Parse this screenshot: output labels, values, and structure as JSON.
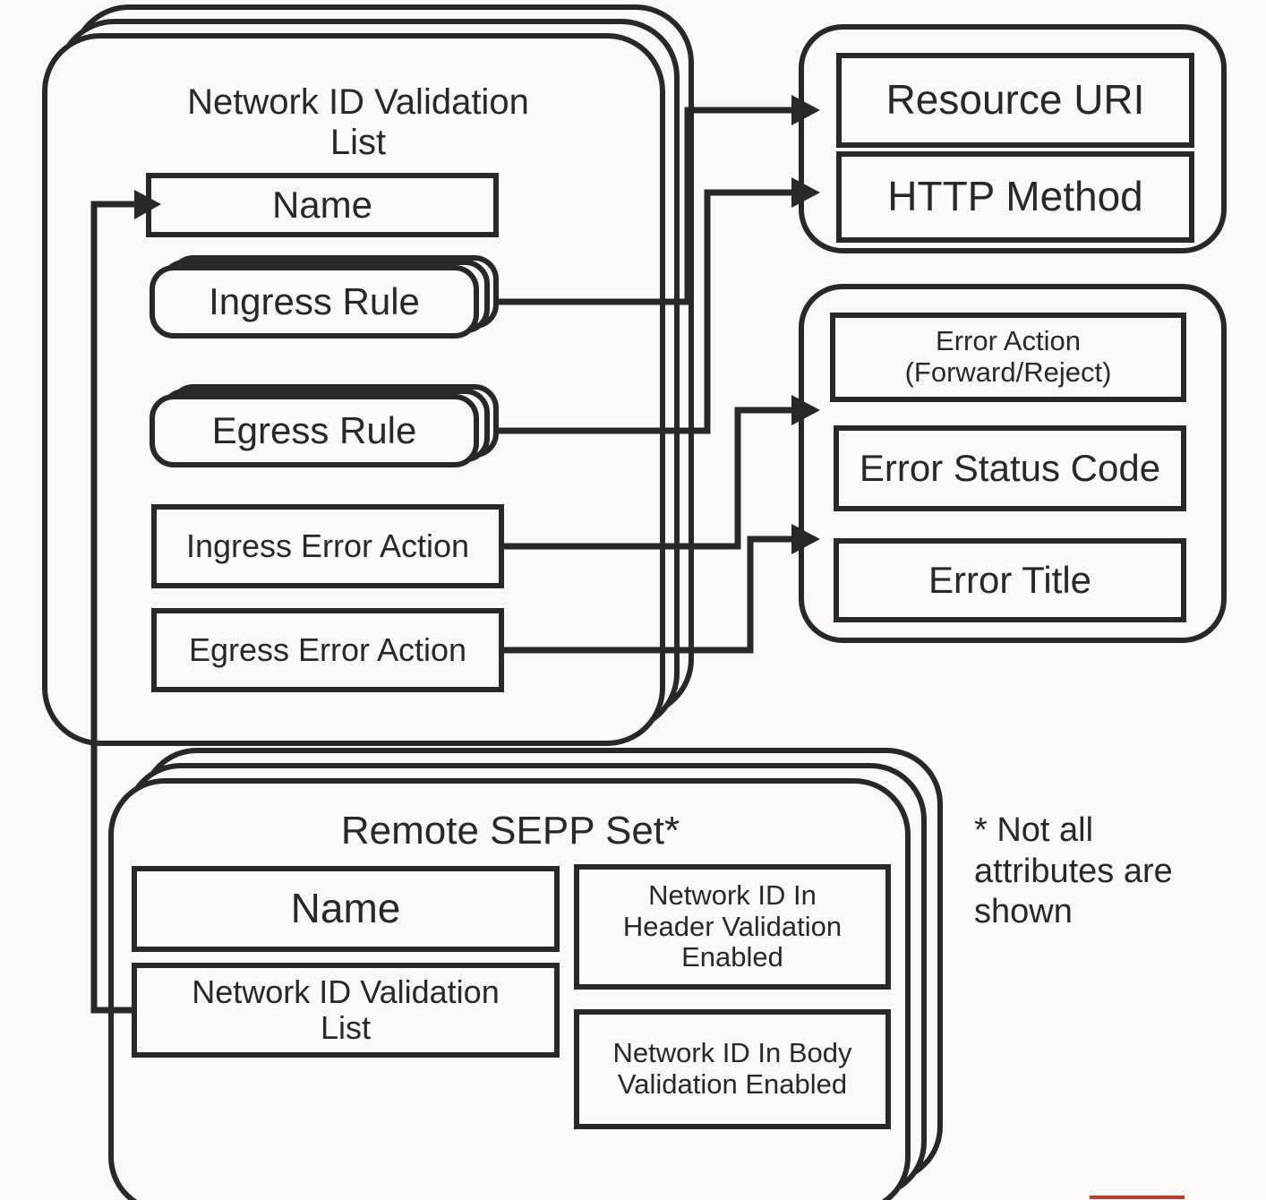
{
  "diagram": {
    "type": "entity-relationship-diagram",
    "background_color": "#fbfaf8",
    "line_color": "#2b2724",
    "accent_color": "#c0392b",
    "footnote": "* Not all\nattributes are\nshown"
  },
  "panels": {
    "network_id_validation_list": {
      "title": "Network ID Validation\nList",
      "stacked": true,
      "stack_count": 3,
      "attributes": [
        {
          "label": "Name",
          "shape": "rect",
          "stacked": false
        },
        {
          "label": "Ingress Rule",
          "shape": "rounded",
          "stacked": true
        },
        {
          "label": "Egress Rule",
          "shape": "rounded",
          "stacked": true
        },
        {
          "label": "Ingress Error Action",
          "shape": "rect",
          "stacked": false
        },
        {
          "label": "Egress Error Action",
          "shape": "rect",
          "stacked": false
        }
      ]
    },
    "remote_sepp_set": {
      "title": "Remote SEPP Set*",
      "stacked": true,
      "stack_count": 3,
      "attributes_left": [
        {
          "label": "Name"
        },
        {
          "label": "Network ID Validation\nList"
        }
      ],
      "attributes_right": [
        {
          "label": "Network ID In\nHeader Validation\nEnabled"
        },
        {
          "label": "Network ID In Body\nValidation Enabled"
        }
      ]
    },
    "rule_detail": {
      "title": "",
      "attributes": [
        {
          "label": "Resource URI"
        },
        {
          "label": "HTTP Method"
        }
      ]
    },
    "error_action_detail": {
      "title": "",
      "attributes": [
        {
          "label": "Error Action\n(Forward/Reject)"
        },
        {
          "label": "Error Status Code"
        },
        {
          "label": "Error Title"
        }
      ]
    }
  },
  "connections": [
    {
      "from": "Ingress Rule",
      "to": "Resource URI"
    },
    {
      "from": "Egress Rule",
      "to": "HTTP Method"
    },
    {
      "from": "Ingress Error Action",
      "to": "Error Status Code"
    },
    {
      "from": "Egress Error Action",
      "to": "Error Title"
    },
    {
      "from": "Network ID Validation List",
      "to": "Name"
    }
  ]
}
